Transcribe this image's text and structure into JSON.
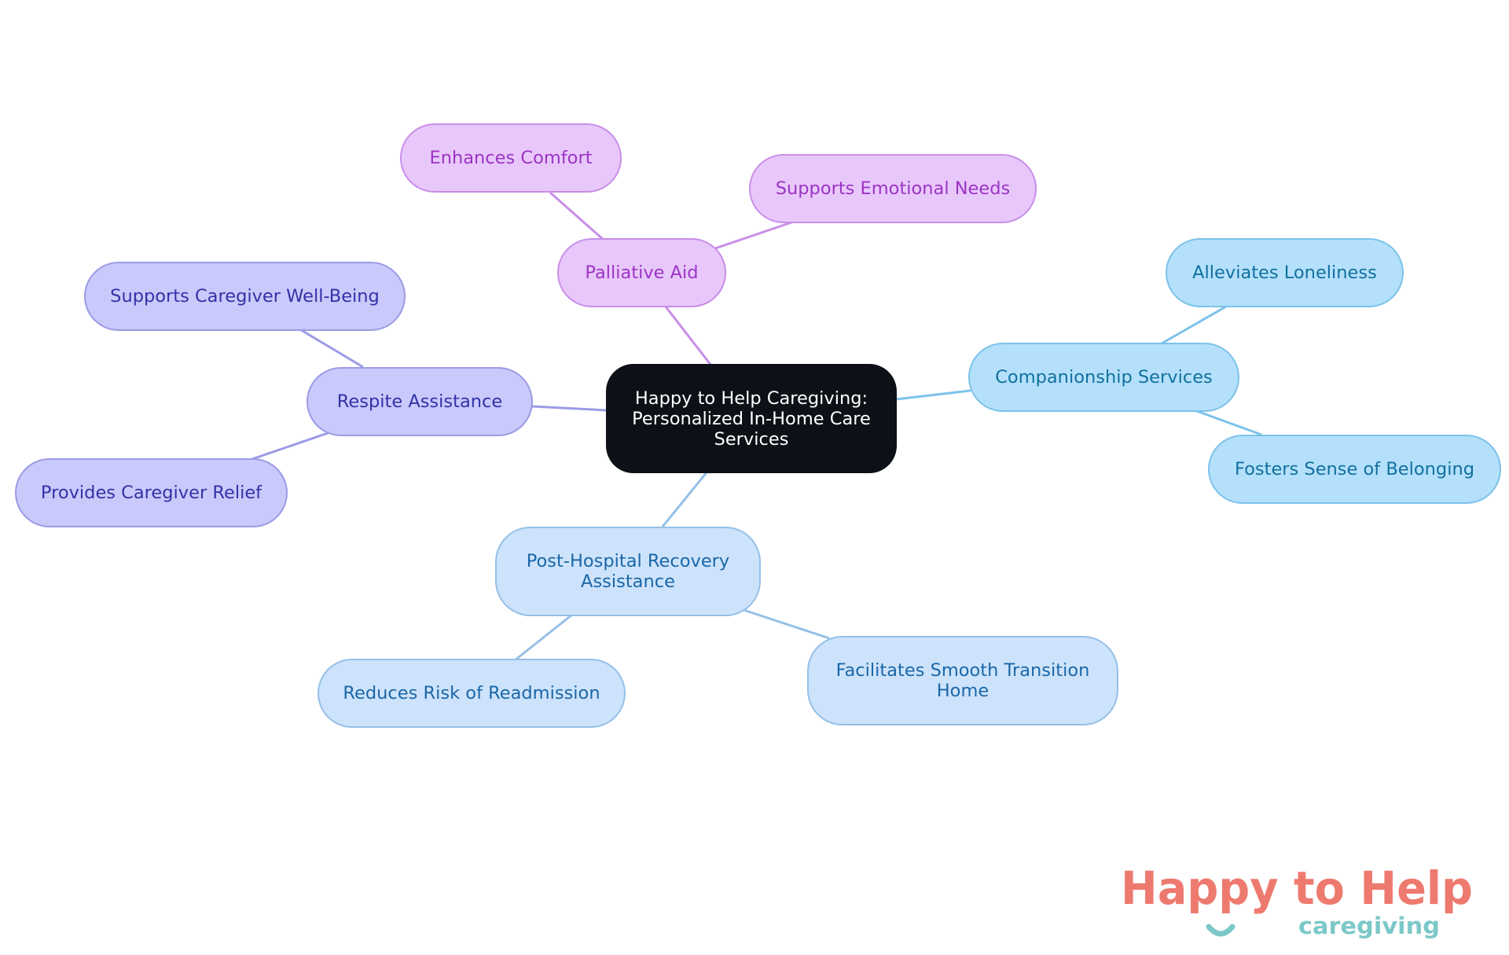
{
  "center": {
    "text": "Happy to Help Caregiving: Personalized In-Home Care Services"
  },
  "palliative": {
    "label": "Palliative Aid",
    "children": [
      "Enhances Comfort",
      "Supports Emotional Needs"
    ]
  },
  "respite": {
    "label": "Respite Assistance",
    "children": [
      "Supports Caregiver Well-Being",
      "Provides Caregiver Relief"
    ]
  },
  "companionship": {
    "label": "Companionship Services",
    "children": [
      "Alleviates Loneliness",
      "Fosters Sense of Belonging"
    ]
  },
  "recovery": {
    "label": "Post-Hospital Recovery Assistance",
    "children": [
      "Reduces Risk of Readmission",
      "Facilitates Smooth Transition Home"
    ]
  },
  "logo": {
    "brand": "Happy to Help",
    "tagline": "caregiving"
  },
  "colors": {
    "center_bg": "#0d1117",
    "palliative": "#c98ee8",
    "respite": "#9b9be6",
    "companionship": "#7cc2ea",
    "recovery": "#95c0e8",
    "logo_coral": "#ee7a6f",
    "logo_teal": "#7cc8c8"
  }
}
